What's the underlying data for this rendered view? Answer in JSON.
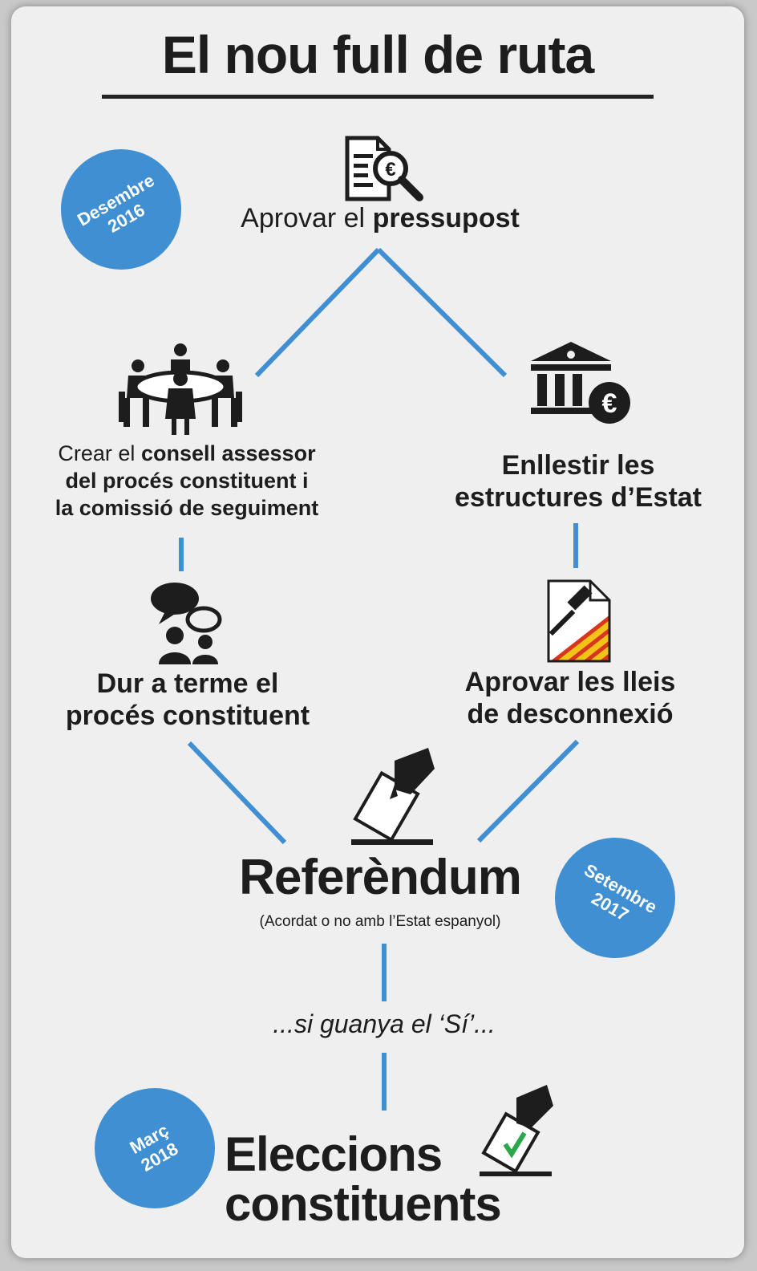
{
  "title": "El nou full de ruta",
  "steps": {
    "budget": {
      "pre": "Aprovar el ",
      "bold": "pressupost",
      "icon": "budget-document-icon"
    },
    "council": {
      "line1_pre": "Crear el ",
      "line1_bold": "consell assessor",
      "line2": "del procés constituent i",
      "line3": "la comissió de seguiment",
      "icon": "meeting-table-icon"
    },
    "structures": {
      "line1": "Enllestir les",
      "line2": "estructures d’Estat",
      "icon": "bank-euro-icon"
    },
    "process": {
      "line1": "Dur a terme el",
      "line2": "procés constituent",
      "icon": "dialogue-people-icon"
    },
    "laws": {
      "line1": "Aprovar les lleis",
      "line2": "de desconnexió",
      "icon": "law-gavel-document-icon"
    },
    "referendum": {
      "title": "Referèndum",
      "subtitle": "(Acordat o no amb l’Estat espanyol)",
      "icon": "ballot-vote-icon"
    },
    "condition": "...si guanya el ‘Sí’...",
    "elections": {
      "line1": "Eleccions",
      "line2": "constituents",
      "icon": "ballot-check-icon"
    }
  },
  "badges": {
    "dec2016": {
      "month": "Desembre",
      "year": "2016"
    },
    "sep2017": {
      "month": "Setembre",
      "year": "2017"
    },
    "mar2018": {
      "month": "Març",
      "year": "2018"
    }
  },
  "colors": {
    "accent": "#3f8fd2",
    "text": "#1d1d1d",
    "card": "#efefef",
    "catalan_yellow": "#f3c417",
    "catalan_red": "#d8361f",
    "check_green": "#2aa84a"
  }
}
